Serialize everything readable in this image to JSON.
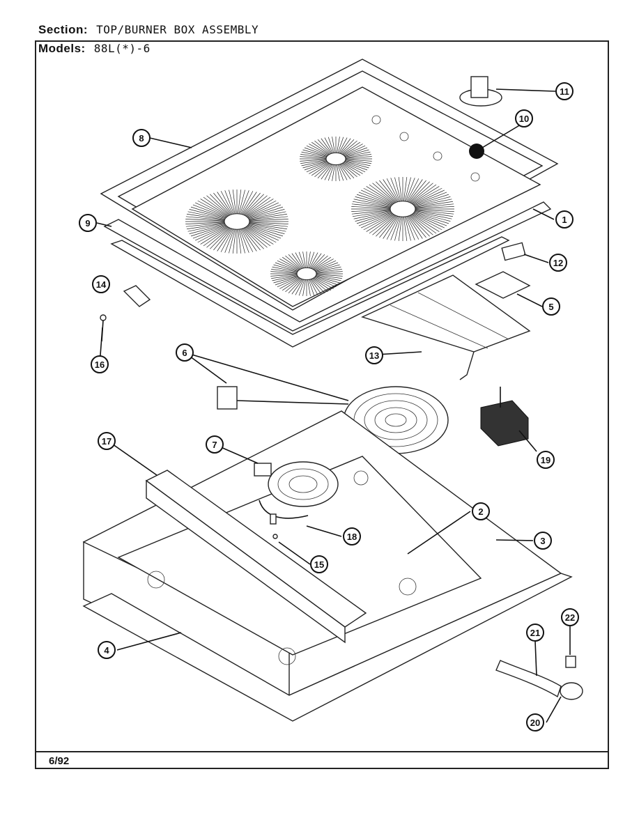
{
  "header": {
    "section_label": "Section:",
    "section_value": "TOP/BURNER BOX ASSEMBLY",
    "models_label": "Models:",
    "models_value": "88L(*)-6"
  },
  "footer": {
    "date": "6/92"
  },
  "callouts": [
    "1",
    "2",
    "3",
    "4",
    "5",
    "6",
    "7",
    "8",
    "9",
    "10",
    "11",
    "12",
    "13",
    "14",
    "15",
    "16",
    "17",
    "18",
    "19",
    "20",
    "21",
    "22"
  ]
}
